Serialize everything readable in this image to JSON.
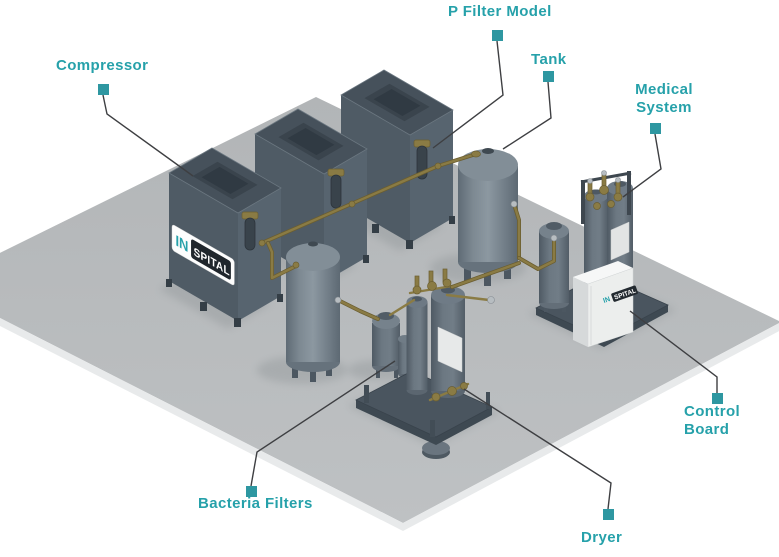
{
  "labels": {
    "compressor": "Compressor",
    "p_filter_model": "P Filter Model",
    "tank": "Tank",
    "medical_system": "Medical System",
    "control_board": "Control Board",
    "bacteria_filters": "Bacteria Filters",
    "dryer": "Dryer"
  },
  "brand": {
    "logo_prefix": "IN",
    "logo_suffix": "SPITAL",
    "cabinet_logo_prefix": "IN",
    "cabinet_logo_suffix": "SPITAL"
  },
  "colors": {
    "accent_teal": "#26A1AA",
    "marker_teal": "#2E97A1",
    "leader_line": "#3E3F42",
    "pipe_brass": "#8A7B44",
    "pipe_brass_dark": "#6B5E31",
    "floor_gray": "#B6B9BB",
    "machine_left": "#4F5B65",
    "machine_right": "#57646F",
    "machine_top": "#46515B",
    "tank_highlight": "#8C98A1",
    "cabinet_white": "#ECEEED",
    "logo_dark": "#20262C"
  }
}
